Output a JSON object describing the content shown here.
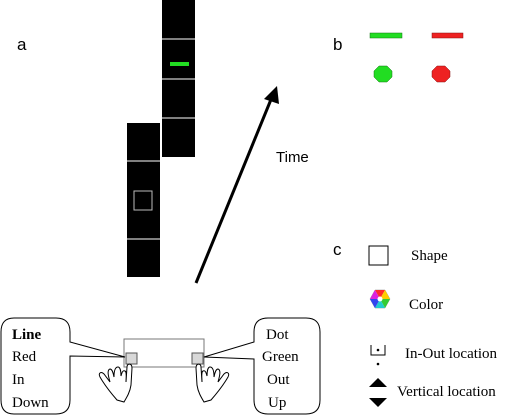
{
  "panels": {
    "a": "a",
    "b": "b",
    "c": "c"
  },
  "time_label": "Time",
  "stimulus_colors": {
    "green": "#22dd22",
    "red": "#ee2222",
    "column_fill": "#000000",
    "divider": "#ffffff"
  },
  "left_response": {
    "items": [
      "Line",
      "Red",
      "In",
      "Down"
    ]
  },
  "right_response": {
    "items": [
      "Dot",
      "Green",
      "Out",
      "Up"
    ]
  },
  "legend": {
    "shape_label": "Shape",
    "color_label": "Color",
    "inout_label": "In-Out location",
    "vertical_label": "Vertical location"
  }
}
